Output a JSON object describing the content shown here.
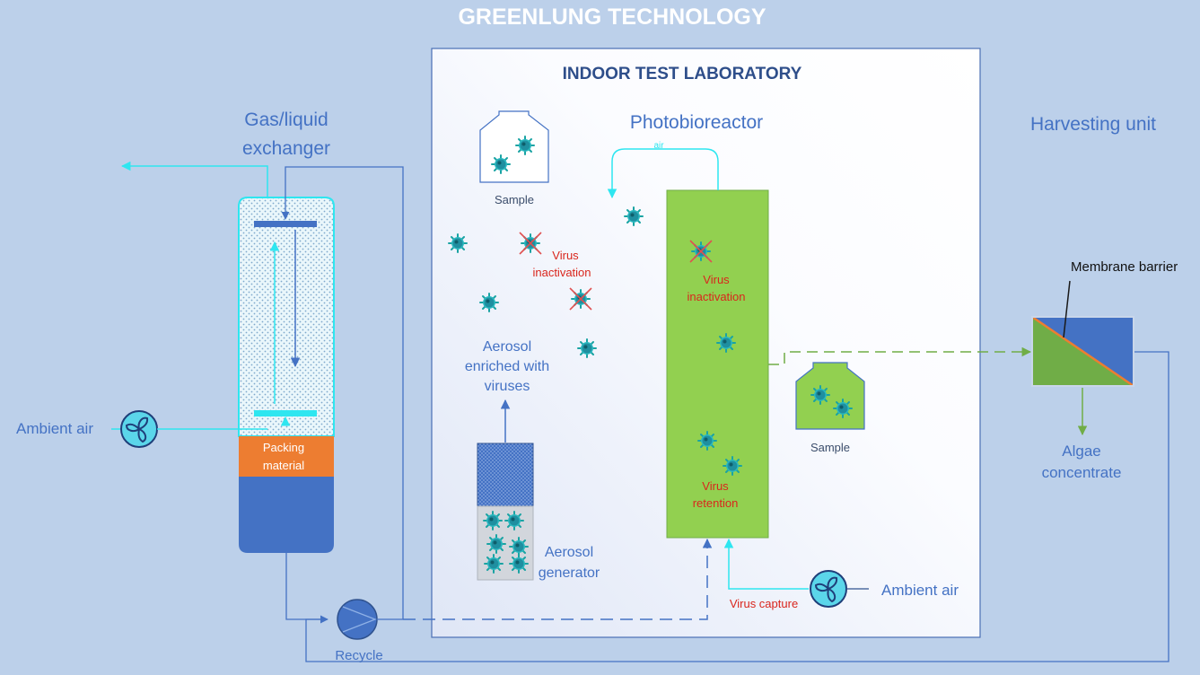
{
  "title": "GREENLUNG TECHNOLOGY",
  "lab": {
    "title": "INDOOR TEST LABORATORY"
  },
  "exchanger": {
    "label_line1": "Gas/liquid",
    "label_line2": "exchanger",
    "packing_line1": "Packing",
    "packing_line2": "material",
    "ambient_air": "Ambient air"
  },
  "photobioreactor": {
    "label": "Photobioreactor",
    "air": "air",
    "inactivation_line1": "Virus",
    "inactivation_line2": "inactivation",
    "retention_line1": "Virus",
    "retention_line2": "retention",
    "capture": "Virus capture",
    "ambient_air": "Ambient air"
  },
  "room": {
    "sample_top": "Sample",
    "inactivation_line1": "Virus",
    "inactivation_line2": "inactivation",
    "aerosol_line1": "Aerosol",
    "aerosol_line2": "enriched with",
    "aerosol_line3": "viruses",
    "generator_line1": "Aerosol",
    "generator_line2": "generator"
  },
  "sample_right": "Sample",
  "recycle": "Recycle",
  "harvesting": {
    "label": "Harvesting unit",
    "membrane": "Membrane barrier",
    "algae_line1": "Algae",
    "algae_line2": "concentrate"
  },
  "colors": {
    "background": "#bcd0ea",
    "blue_dark": "#4472c4",
    "cyan": "#2ee6f0",
    "green": "#92d050",
    "orange": "#ed7d31",
    "red_text": "#d9261c",
    "virus": "#1aa3a3"
  },
  "icons": [
    "fan-icon",
    "pump-icon",
    "virus-icon",
    "inactivated-virus-icon",
    "sample-bottle-icon"
  ]
}
